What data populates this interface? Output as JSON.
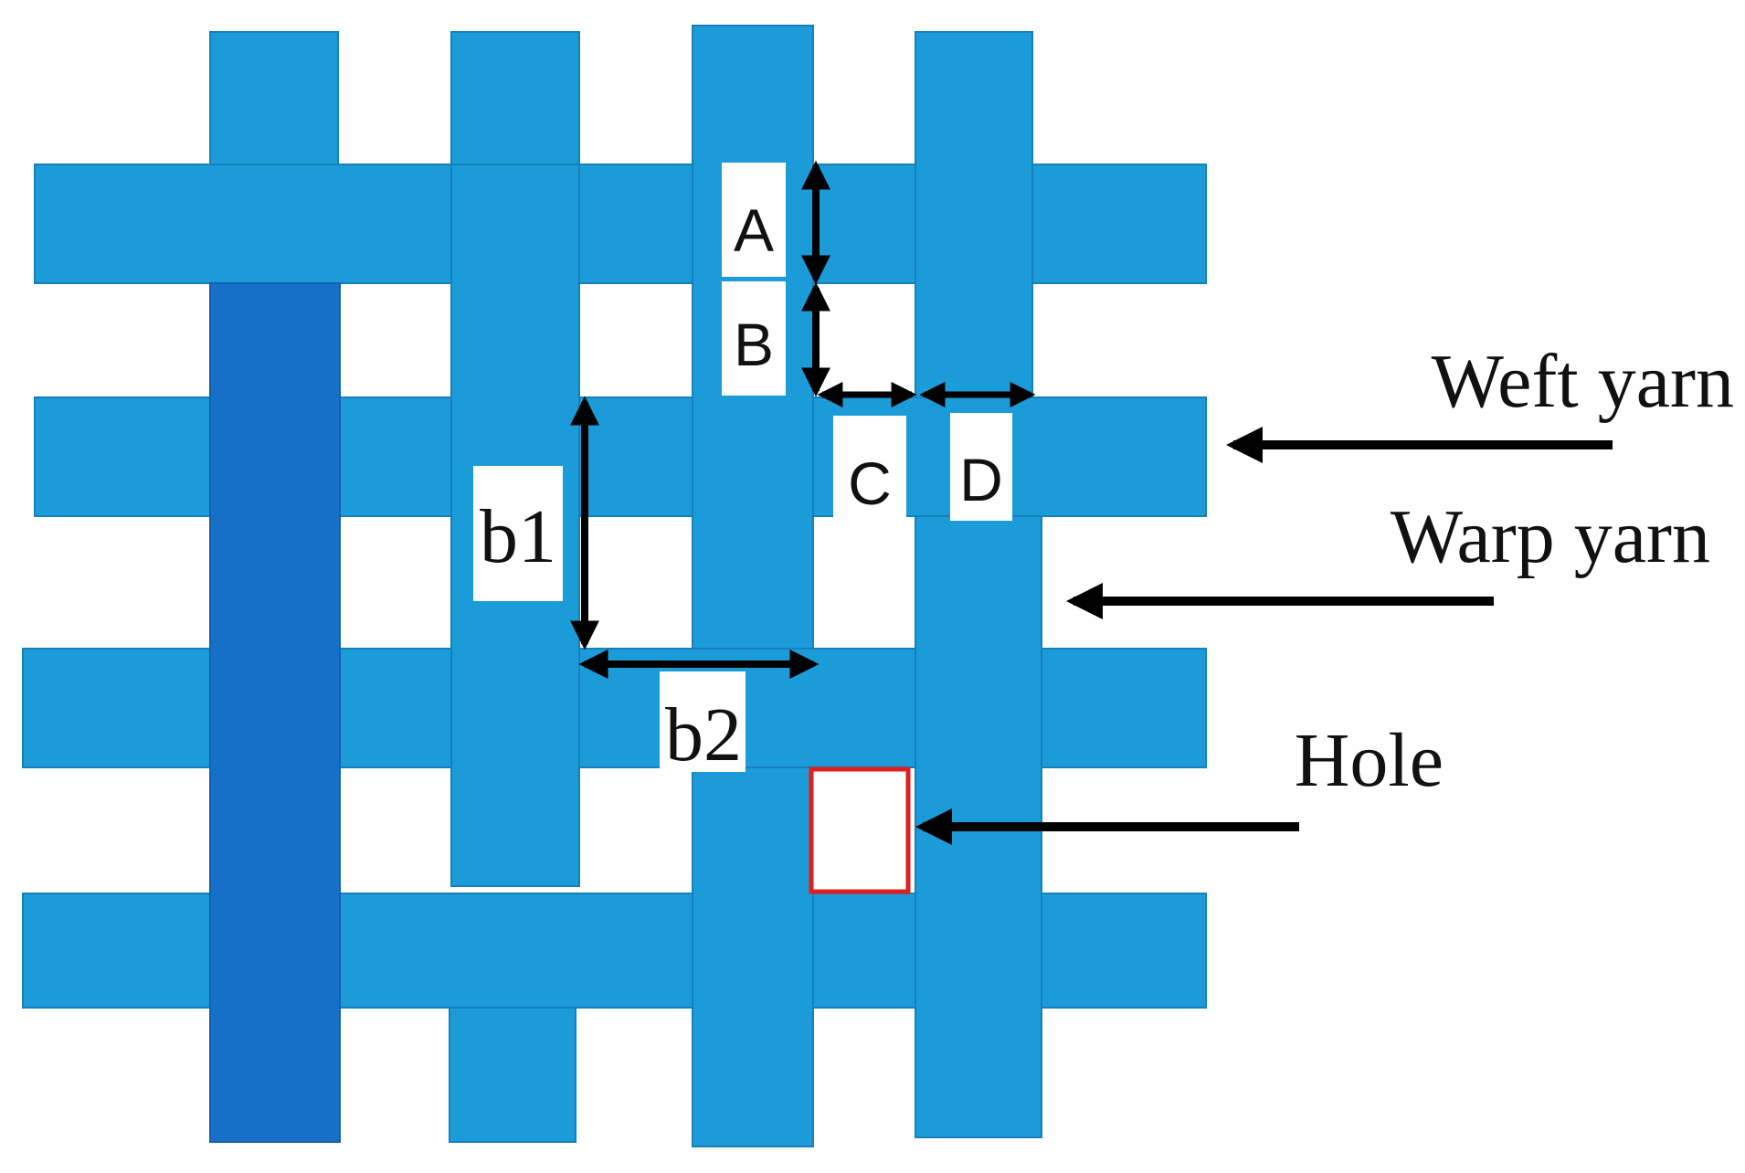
{
  "diagram": {
    "colors": {
      "yarn": "#1b9cd8",
      "yarn_edge": "#1680bd",
      "dark_warp": "#1670c7",
      "hole_border": "#e01e1e",
      "arrow": "#000000",
      "background": "#ffffff"
    },
    "labels": {
      "a": "A",
      "b": "B",
      "c": "C",
      "d": "D",
      "b1": "b1",
      "b2": "b2"
    },
    "callouts": {
      "weft": "Weft yarn",
      "warp": "Warp yarn",
      "hole": "Hole"
    }
  }
}
